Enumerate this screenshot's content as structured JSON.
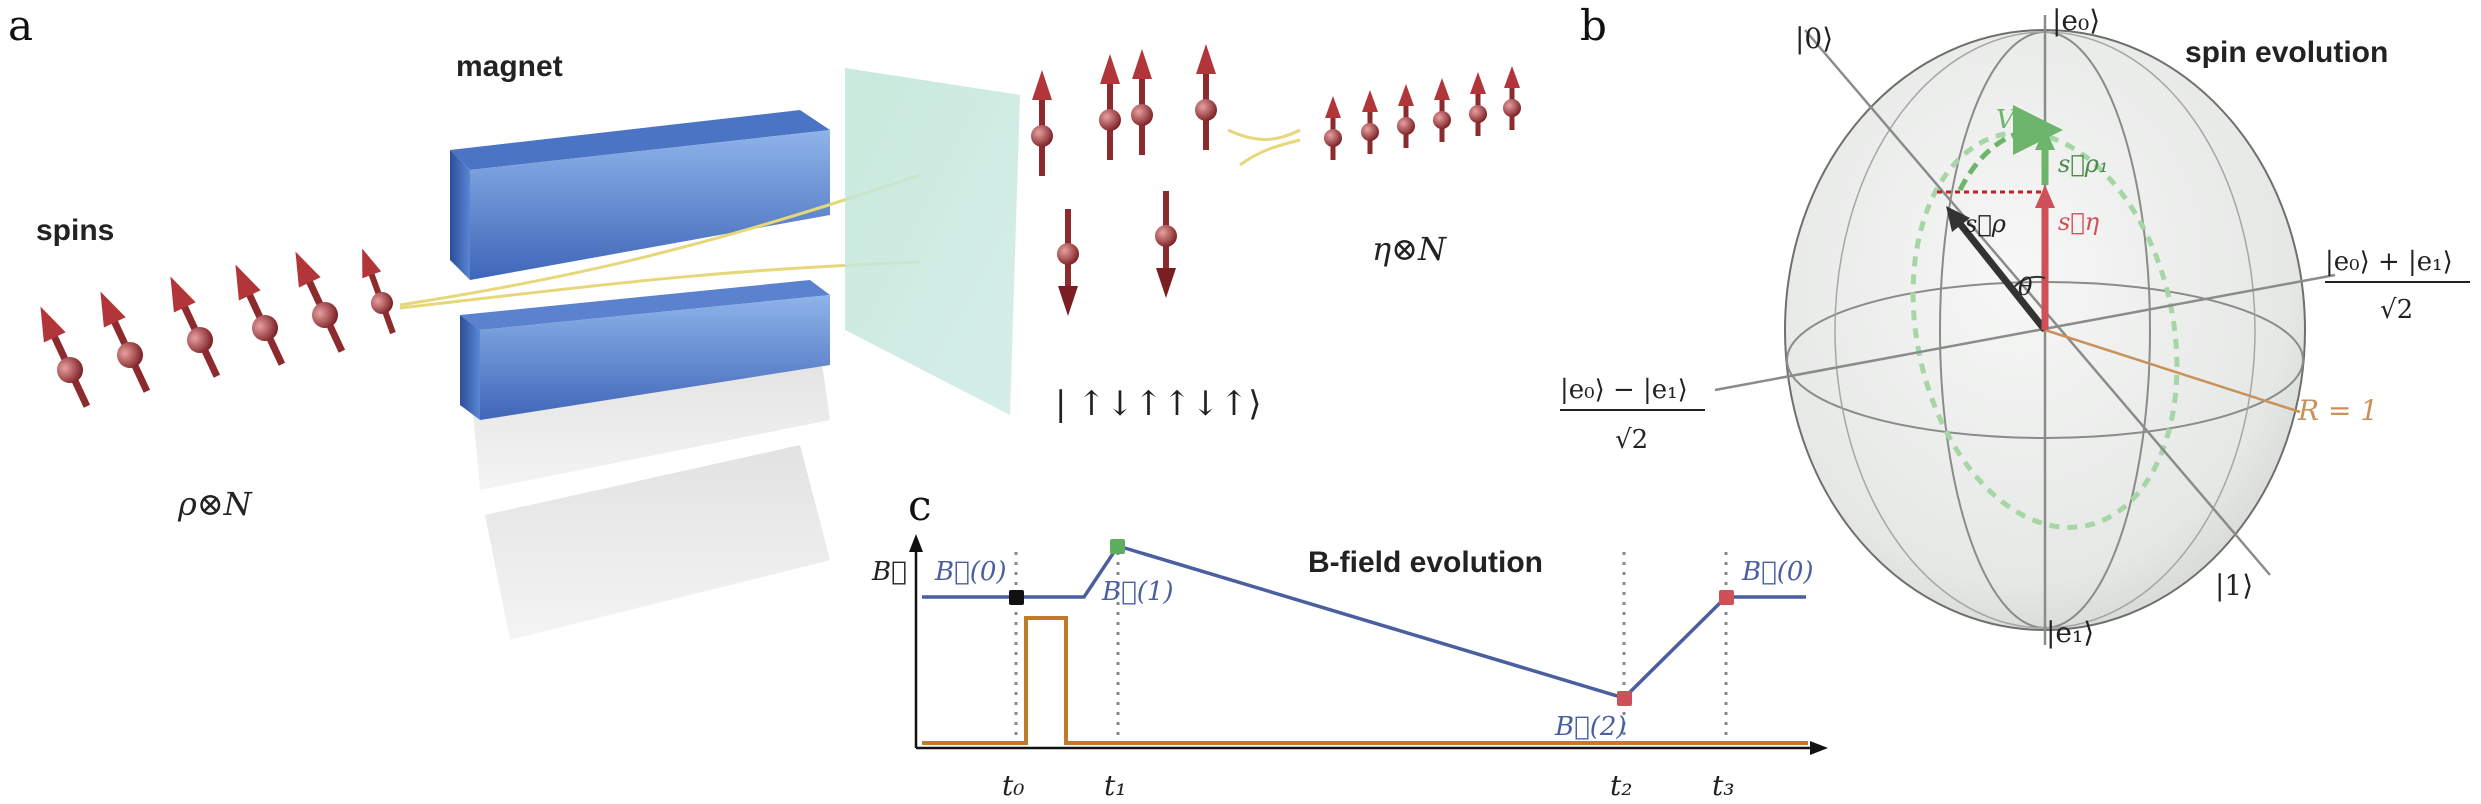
{
  "panels": {
    "a": {
      "letter": "a",
      "spins_label": "spins",
      "magnet_label": "magnet",
      "rho_label": "ρ⊗N",
      "eta_label": "η⊗N",
      "ket_label": "| ↑↓↑↑↓↑⟩"
    },
    "b": {
      "letter": "b",
      "title": "spin evolution",
      "axis_zero": "|0⟩",
      "axis_one": "|1⟩",
      "axis_e0": "|e₀⟩",
      "axis_e1": "|e₁⟩",
      "plus_numerator": "|e₀⟩ + |e₁⟩",
      "plus_denominator": "√2",
      "minus_numerator": "|e₀⟩ − |e₁⟩",
      "minus_denominator": "√2",
      "radius_label": "R = 1",
      "v_label": "V",
      "s_rho1": "s⃗ρ₁",
      "s_eta": "s⃗η",
      "s_rho": "s⃗ρ",
      "theta": "θ",
      "colors": {
        "green": "#6db56d",
        "red": "#d0505a",
        "dark": "#333333",
        "orange": "#c8925a"
      }
    },
    "c": {
      "letter": "c",
      "title": "B-field evolution",
      "y_axis": "B⃗",
      "b0_left": "B⃗(0)",
      "b1": "B⃗(1)",
      "b2": "B⃗(2)",
      "b0_right": "B⃗(0)",
      "ticks": [
        "t₀",
        "t₁",
        "t₂",
        "t₃"
      ],
      "colors": {
        "field": "#4a5fa0",
        "pulse": "#c07a2a"
      }
    }
  }
}
